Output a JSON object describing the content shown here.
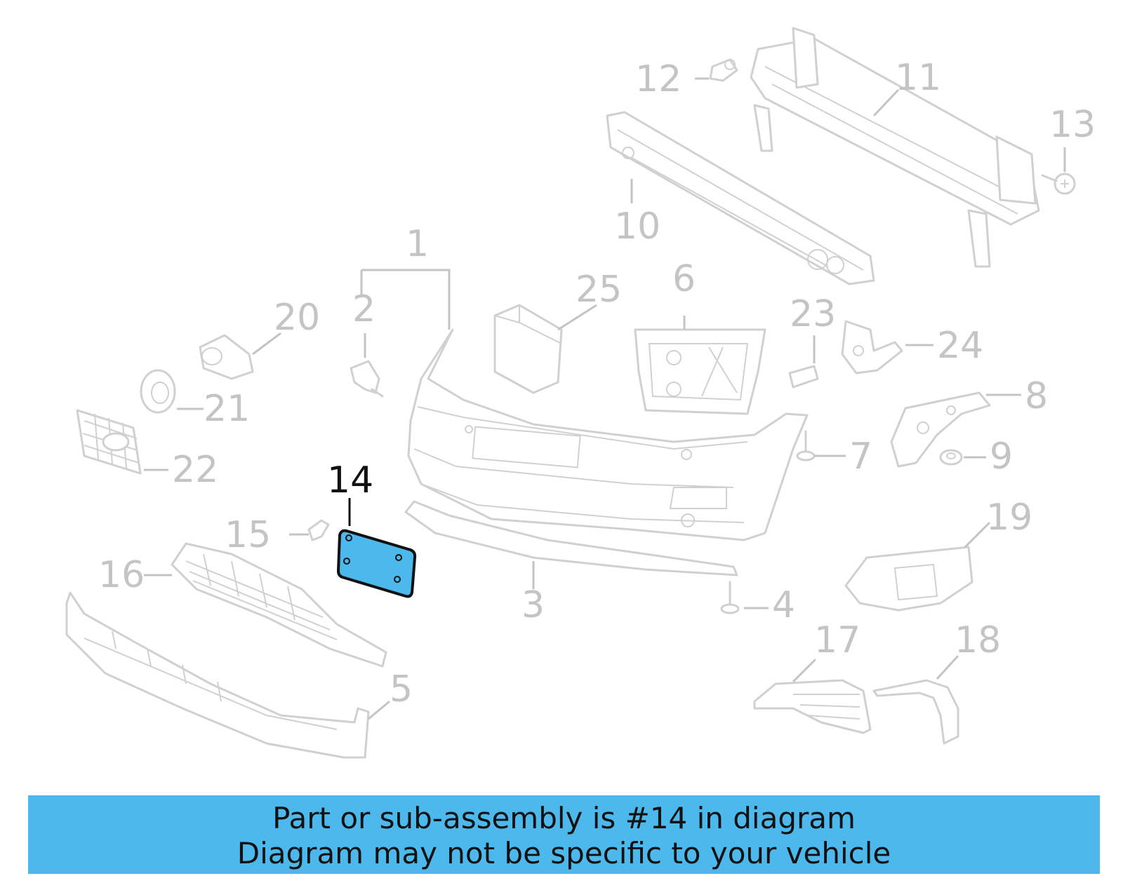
{
  "diagram": {
    "highlighted_part": "14",
    "callouts": [
      "1",
      "2",
      "3",
      "4",
      "5",
      "6",
      "7",
      "8",
      "9",
      "10",
      "11",
      "12",
      "13",
      "14",
      "15",
      "16",
      "17",
      "18",
      "19",
      "20",
      "21",
      "22",
      "23",
      "24",
      "25"
    ],
    "colors": {
      "highlight": "#4cb8ec",
      "line_art": "#d0d0d0",
      "callout_text": "#c4c4c4",
      "highlight_text": "#111111"
    }
  },
  "banner": {
    "line1": "Part or sub-assembly is #14 in diagram",
    "line2": "Diagram may not be specific to your vehicle"
  }
}
